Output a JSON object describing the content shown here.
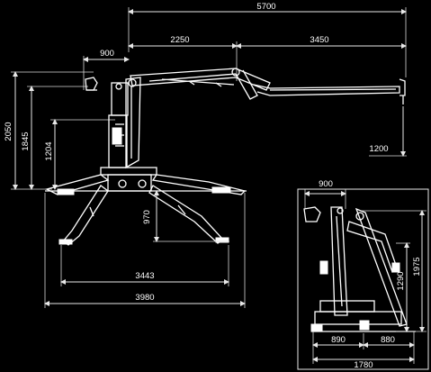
{
  "drawing": {
    "side_view": {
      "dimensions": {
        "overall_reach": "5700",
        "boom_section_1": "2250",
        "boom_section_2": "3450",
        "cage_offset": "900",
        "total_height": "2050",
        "stowed_height": "1845",
        "base_height": "1204",
        "hook_drop": "1200",
        "ground_clearance": "970",
        "inner_track_width": "3443",
        "outrigger_span": "3980"
      }
    },
    "end_view": {
      "dimensions": {
        "cage_width": "900",
        "machine_height": "1975",
        "arm_height": "1290",
        "left_half_width": "890",
        "right_half_width": "880",
        "overall_width": "1780"
      }
    }
  }
}
